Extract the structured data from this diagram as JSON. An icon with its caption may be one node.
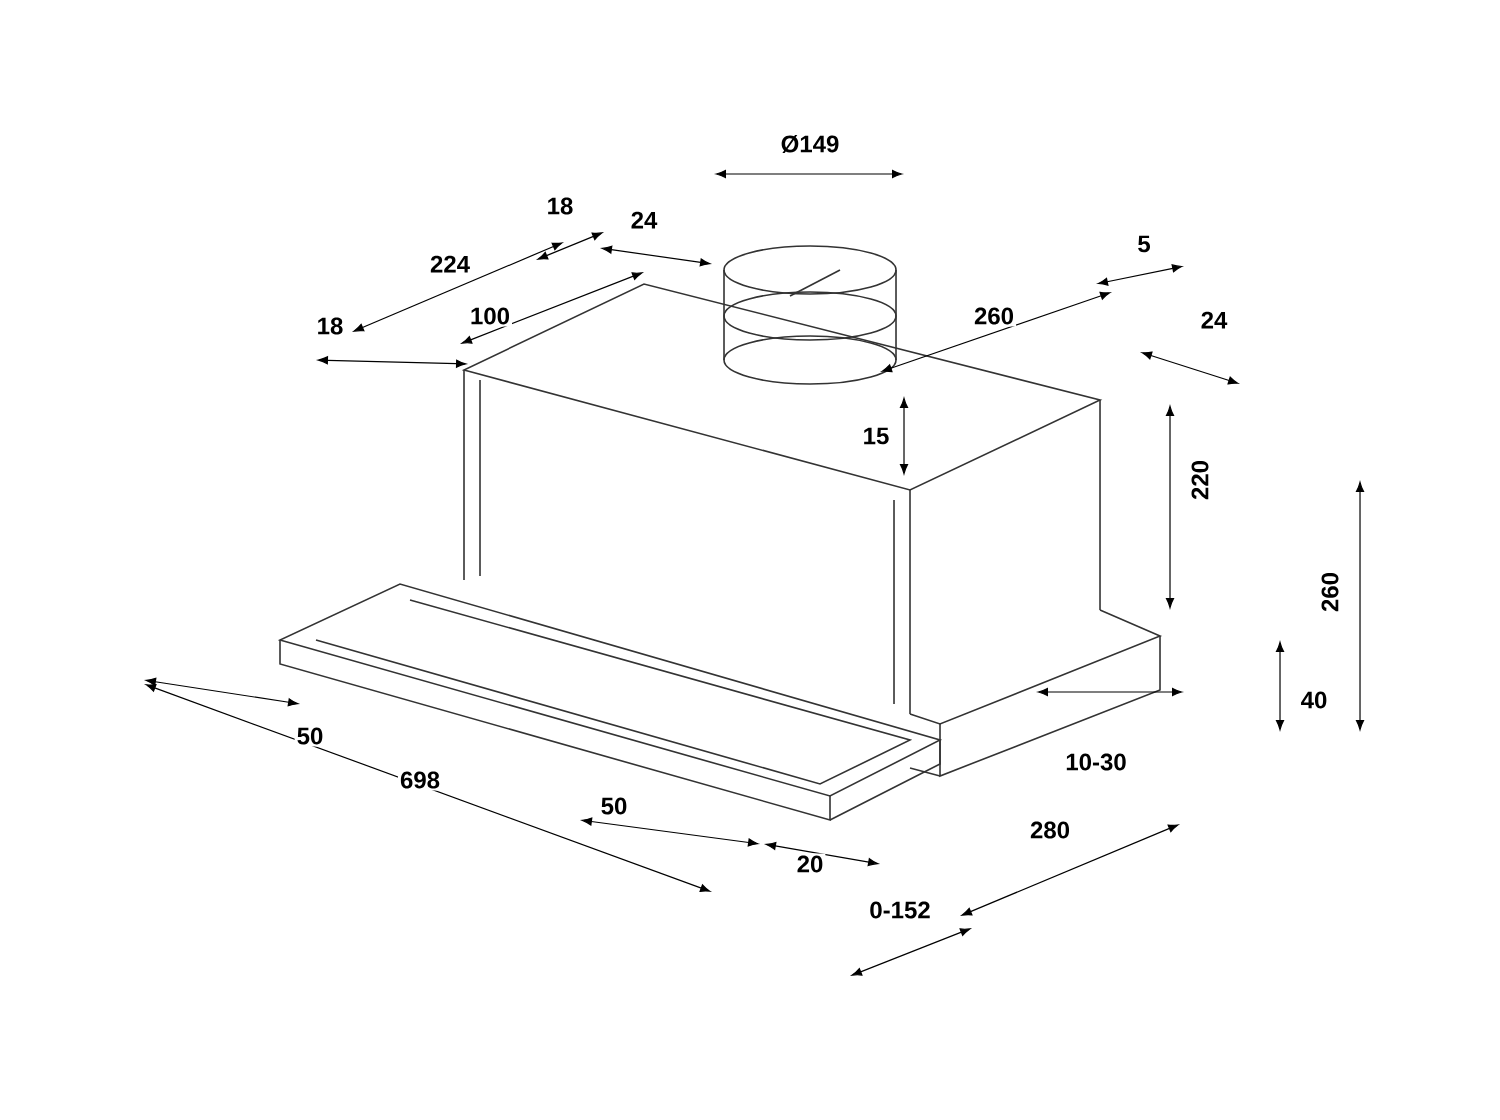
{
  "diagram": {
    "labels": [
      "Ø149",
      "18",
      "24",
      "5",
      "224",
      "260",
      "24",
      "100",
      "18",
      "15",
      "220",
      "260",
      "40",
      "50",
      "698",
      "10-30",
      "50",
      "20",
      "280",
      "0-152"
    ]
  }
}
